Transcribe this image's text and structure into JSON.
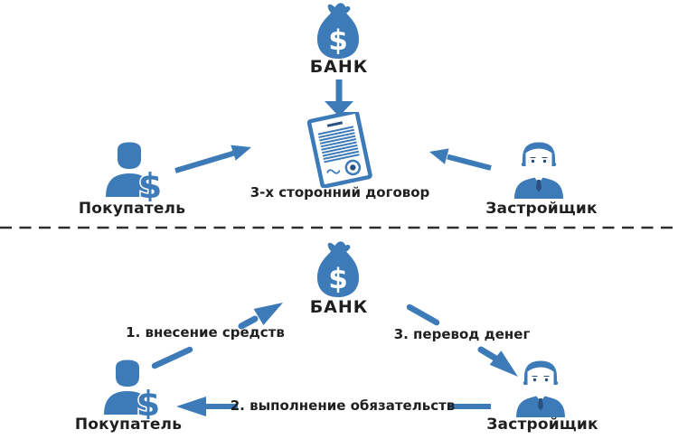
{
  "currency": "$",
  "colors": {
    "primary_blue": "#3d7ab8",
    "dark_navy": "#2b4f7f",
    "label_black": "#1f1f1f"
  },
  "icons": {
    "money_bag": "money-bag-icon",
    "contract_document": "contract-document-icon",
    "buyer": "buyer-person-dollar-icon",
    "developer": "businessman-icon",
    "arrows": "arrow-icon"
  },
  "top_section": {
    "bank_label": "БАНК",
    "contract_label": "3-х сторонний договор",
    "buyer_label": "Покупатель",
    "developer_label": "Застройщик"
  },
  "bottom_section": {
    "bank_label": "БАНК",
    "buyer_label": "Покупатель",
    "developer_label": "Застройщик",
    "steps": {
      "step1": "1. внесение средств",
      "step2": "2. выполнение обязательств",
      "step3": "3. перевод денег"
    }
  }
}
